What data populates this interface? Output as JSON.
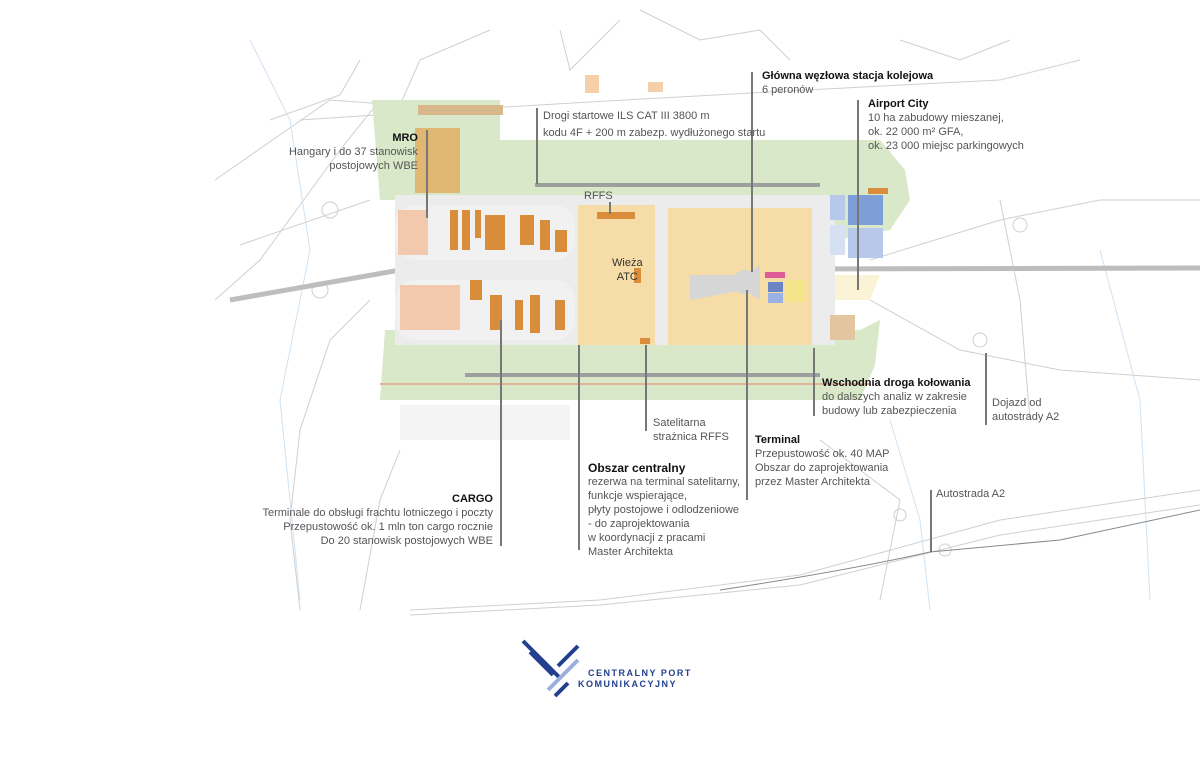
{
  "labels": {
    "mro": {
      "title": "MRO",
      "lines": [
        "Hangary i do 37 stanowisk",
        "postojowych WBE"
      ]
    },
    "runways": {
      "lines": [
        "Drogi startowe ILS CAT III 3800 m",
        "kodu 4F + 200 m zabezp. wydłużonego startu"
      ]
    },
    "rffs": {
      "text": "RFFS"
    },
    "atc": {
      "lines": [
        "Wieża",
        "ATC"
      ]
    },
    "rail_station": {
      "title": "Główna węzłowa stacja kolejowa",
      "lines": [
        "6 peronów"
      ]
    },
    "airport_city": {
      "title": "Airport City",
      "lines": [
        "10 ha zabudowy mieszanej,",
        "ok. 22 000 m² GFA,",
        "ok. 23 000 miejsc parkingowych"
      ]
    },
    "east_taxiway": {
      "title": "Wschodnia droga kołowania",
      "lines": [
        "do dalszych analiz w zakresie",
        "budowy lub zabezpieczenia"
      ]
    },
    "a2_access": {
      "lines": [
        "Dojazd od",
        "autostrady A2"
      ]
    },
    "satellite_rffs": {
      "lines": [
        "Satelitarna",
        "strażnica RFFS"
      ]
    },
    "terminal": {
      "title": "Terminal",
      "lines": [
        "Przepustowość ok. 40 MAP",
        "Obszar do zaprojektowania",
        "przez Master Architekta"
      ]
    },
    "central_area": {
      "title": "Obszar centralny",
      "lines": [
        "rezerwa na terminal satelitarny,",
        "funkcje wspierające,",
        "płyty postojowe i odlodzeniowe",
        "- do zaprojektowania",
        "w koordynacji z pracami",
        "Master Architekta"
      ]
    },
    "cargo": {
      "title": "CARGO",
      "lines": [
        "Terminale do obsługi frachtu lotniczego i poczty",
        "Przepustowość ok. 1 mln ton cargo rocznie",
        "Do 20 stanowisk postojowych WBE"
      ]
    },
    "motorway": {
      "text": "Autostrada A2"
    }
  },
  "logo": {
    "line1": "CENTRALNY PORT",
    "line2": "KOMUNIKACYJNY"
  },
  "colors": {
    "green": "#d9e8c8",
    "orange": "#d98c3a",
    "light_orange": "#f6dca6",
    "blue": "#7d9ed6",
    "navy": "#22408f"
  }
}
